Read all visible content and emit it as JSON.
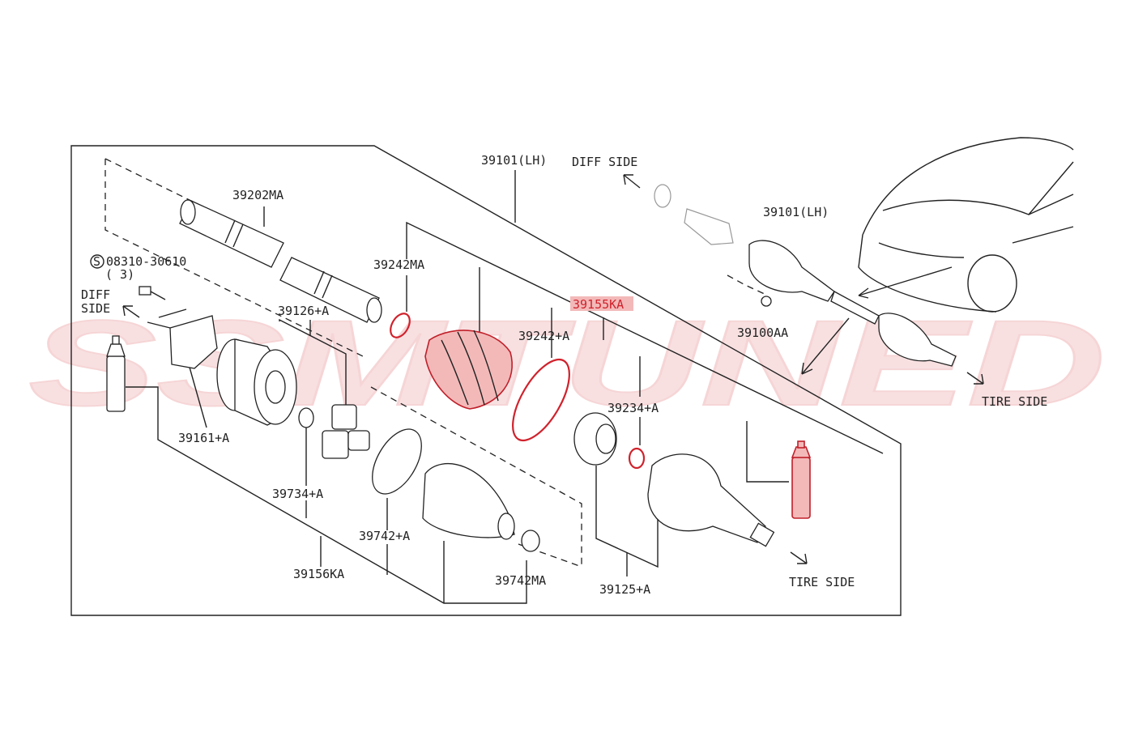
{
  "watermark": "SSMTUNED",
  "colors": {
    "highlight_fill": "#f3b9b9",
    "highlight_stroke": "#d0222c",
    "watermark": "#f4c7c9",
    "line": "#222222"
  },
  "labels": {
    "p39101_lh_top": "39101(LH)",
    "diff_side_top": "DIFF SIDE",
    "p39202ma": "39202MA",
    "s08310": "08310-30610",
    "s_qty": "( 3)",
    "s_symbol": "S",
    "diff_side_left_1": "DIFF",
    "diff_side_left_2": "SIDE",
    "p39126a": "39126+A",
    "p39242ma": "39242MA",
    "p39155ka": "39155KA",
    "p39242a": "39242+A",
    "p39234a": "39234+A",
    "p39161a": "39161+A",
    "p39734a": "39734+A",
    "p39742a": "39742+A",
    "p39156ka": "39156KA",
    "p39742ma": "39742MA",
    "p39125a": "39125+A",
    "tire_side_bottom": "TIRE SIDE",
    "p39101_lh_right": "39101(LH)",
    "p39100aa": "39100AA",
    "tire_side_right": "TIRE SIDE"
  }
}
